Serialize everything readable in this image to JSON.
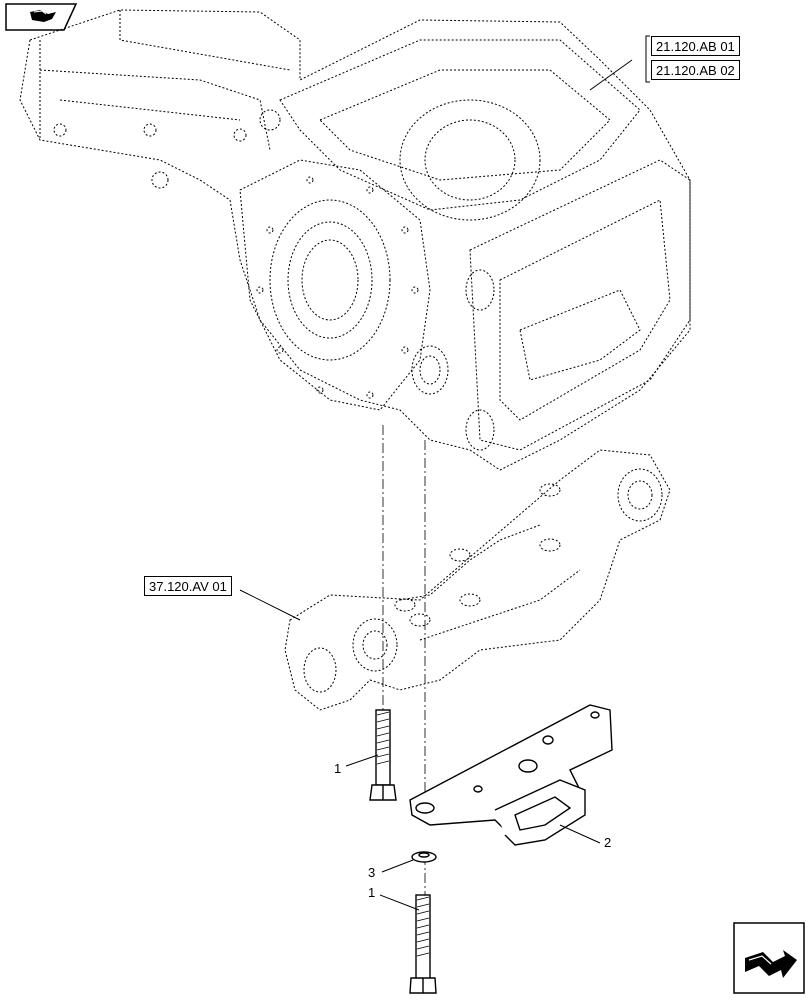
{
  "references": {
    "upper_group": [
      "21.120.AB 01",
      "21.120.AB 02"
    ],
    "axle_support": "37.120.AV 01"
  },
  "callouts": {
    "bolt_upper": "1",
    "bolt_lower": "1",
    "bracket": "2",
    "washer": "3"
  },
  "icons": {
    "top_left": "previous-page-icon",
    "bottom_right": "next-page-icon"
  }
}
